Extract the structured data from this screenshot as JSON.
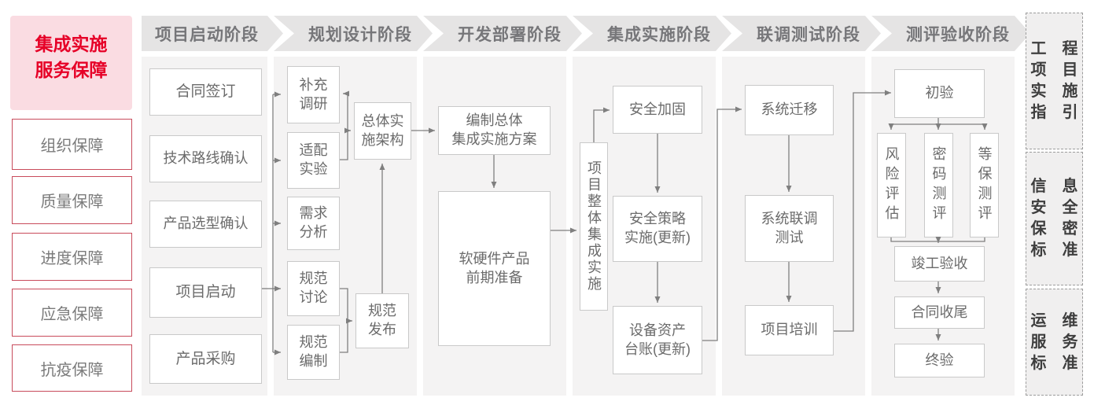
{
  "title": "集成实施服务保障流程图",
  "colors": {
    "accent_red": "#e60027",
    "pink_bg": "#fadce2",
    "red_border": "#c84b5b",
    "panel_gray": "#f4f3f3",
    "banner_gray": "#e5e4e4",
    "line_gray": "#7f7f7f"
  },
  "sidebar": {
    "title": "集成实施\n服务保障",
    "items": [
      "组织保障",
      "质量保障",
      "进度保障",
      "应急保障",
      "抗疫保障"
    ]
  },
  "phases": [
    "项目启动阶段",
    "规划设计阶段",
    "开发部署阶段",
    "集成实施阶段",
    "联调测试阶段",
    "测评验收阶段"
  ],
  "flow": {
    "c1": [
      "合同签订",
      "技术路线确认",
      "产品选型确认",
      "项目启动",
      "产品采购"
    ],
    "c2": [
      "补充\n调研",
      "适配\n实验",
      "需求\n分析",
      "规范\n讨论",
      "规范\n编制"
    ],
    "c2mid": [
      "总体实\n施架构",
      "规范\n发布"
    ],
    "c3": [
      "编制总体\n集成实施方案",
      "软硬件产品\n前期准备"
    ],
    "c4v": "项目整体集成实施",
    "c4": [
      "安全加固",
      "安全策略\n实施(更新)",
      "设备资产\n台账(更新)"
    ],
    "c5": [
      "系统迁移",
      "系统联调\n测试",
      "项目培训"
    ],
    "c6": [
      "初验",
      "竣工验收",
      "合同收尾",
      "终验"
    ],
    "c6v": [
      "风险评估",
      "密码测评",
      "等保测评"
    ]
  },
  "standards": [
    "工　程\n项　目\n实　施\n指　引",
    "信　息\n安　全\n保　密\n标　准",
    "运　维\n服　务\n标　准"
  ]
}
